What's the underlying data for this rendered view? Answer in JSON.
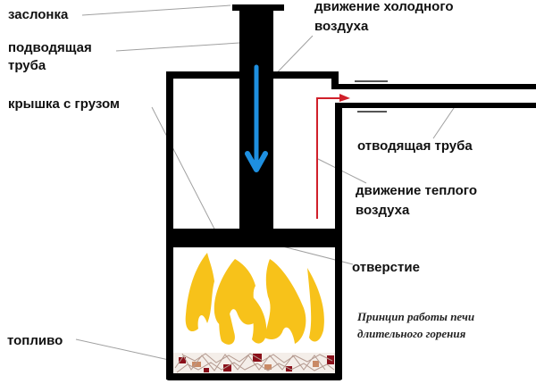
{
  "title": "Принцип работы печи длительного горения",
  "labels": {
    "damper": "заслонка",
    "inlet_pipe_1": "подводящая",
    "inlet_pipe_2": "труба",
    "weighted_lid": "крышка с грузом",
    "cold_air_1": "движение холодного",
    "cold_air_2": "воздуха",
    "outlet_pipe": "отводящая труба",
    "warm_air_1": "движение теплого",
    "warm_air_2": "воздуха",
    "opening": "отверстие",
    "fuel": "топливо"
  },
  "caption": {
    "line1": "Принцип работы печи",
    "line2": "длительного горения"
  },
  "colors": {
    "structure": "#000000",
    "cold_air_arrow": "#1e8fe0",
    "warm_air_arrow": "#d0202a",
    "flame": "#f7c21a",
    "fuel_dark": "#8a0f1a",
    "fuel_light": "#c98a66",
    "leader_line": "#9a9a9a"
  }
}
